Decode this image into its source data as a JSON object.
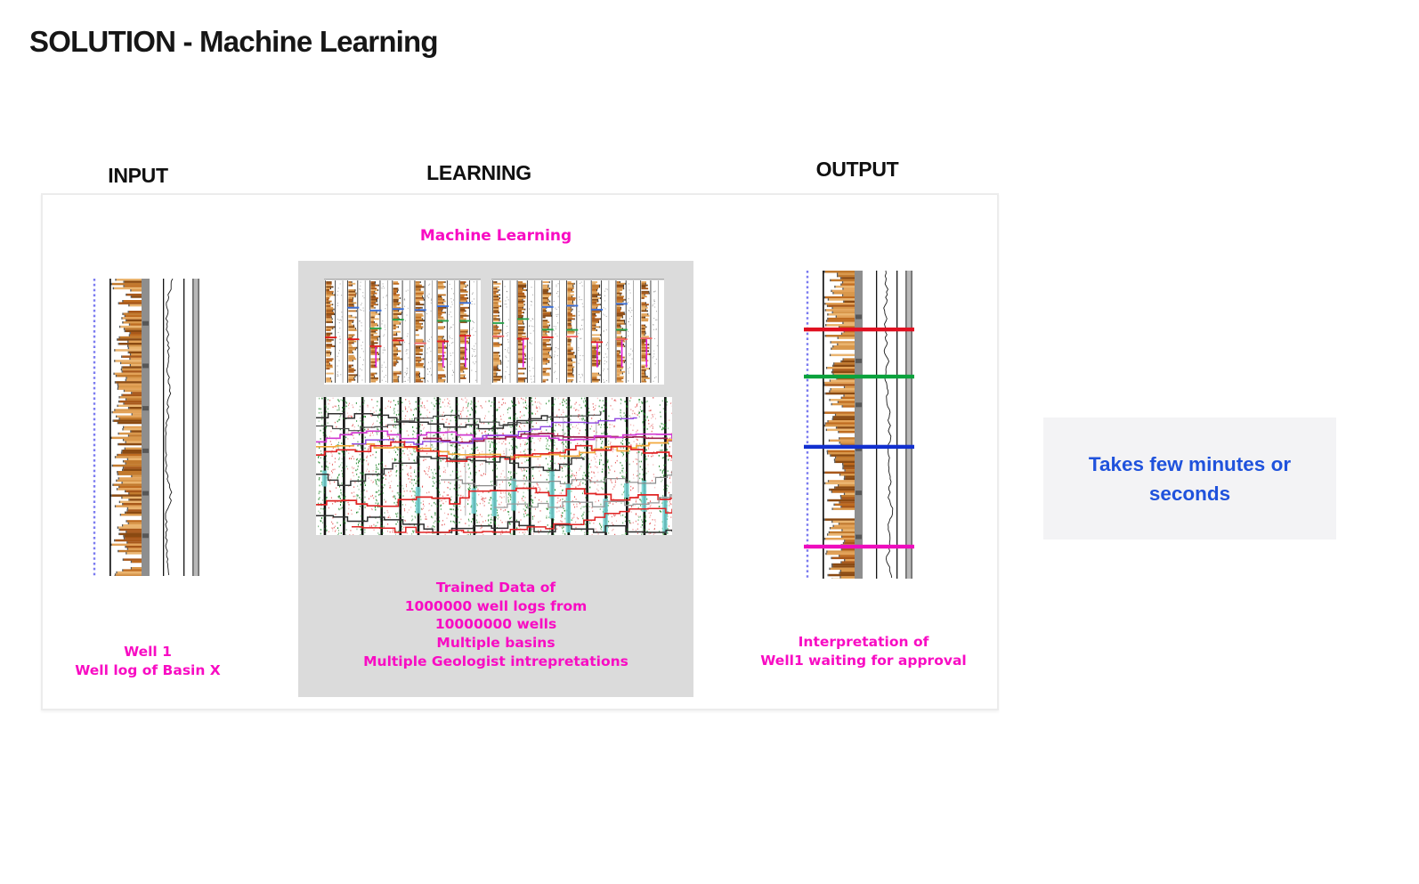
{
  "page": {
    "title": "SOLUTION - Machine Learning"
  },
  "columns": {
    "input": "INPUT",
    "learning": "LEARNING",
    "output": "OUTPUT"
  },
  "learning_panel": {
    "heading": "Machine Learning",
    "caption_lines": [
      "Trained Data of",
      "1000000 well logs from",
      "10000000 wells",
      "Multiple basins",
      "Multiple Geologist intrepretations"
    ]
  },
  "input_well": {
    "caption_lines": [
      "Well 1",
      "Well log of Basin X"
    ]
  },
  "output_well": {
    "caption_lines": [
      "Interpretation of",
      "Well1 waiting for approval"
    ],
    "markers": [
      {
        "name": "horizon-red",
        "color": "#e01020",
        "pos": 0.191
      },
      {
        "name": "horizon-green",
        "color": "#0aa23c",
        "pos": 0.344
      },
      {
        "name": "horizon-blue",
        "color": "#1230cf",
        "pos": 0.572
      },
      {
        "name": "horizon-magenta",
        "color": "#ee0cbd",
        "pos": 0.896
      }
    ]
  },
  "info_box": {
    "lines": [
      "Takes few minutes or",
      "seconds"
    ]
  },
  "colors": {
    "accent_magenta": "#f80cc3",
    "info_text_blue": "#1f52dc",
    "info_box_bg": "#f3f3f5",
    "panel_gray": "#dbdbdb",
    "frame_border": "#ececec",
    "guide_line_blue": "#7b7bf0",
    "log_orange": "#c27a2e"
  }
}
